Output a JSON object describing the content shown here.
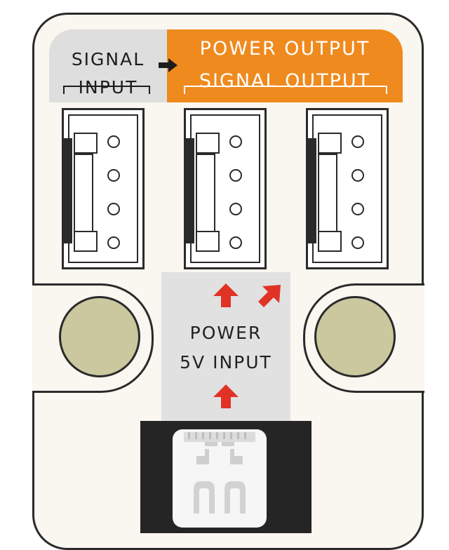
{
  "labels": {
    "signal": "SIGNAL",
    "input": "INPUT",
    "power_output": "POWER OUTPUT",
    "signal_output": "SIGNAL OUTPUT",
    "power": "POWER",
    "five_v_input": "5V INPUT"
  },
  "colors": {
    "orange": "#ef8a1e",
    "gray": "#dedede",
    "arrow_red": "#e03326",
    "hole": "#cbc79e",
    "board": "#faf6f0"
  },
  "icons": [
    "arrow-right-icon",
    "arrow-up-icon",
    "arrow-diagonal-icon",
    "usb-c-icon"
  ]
}
